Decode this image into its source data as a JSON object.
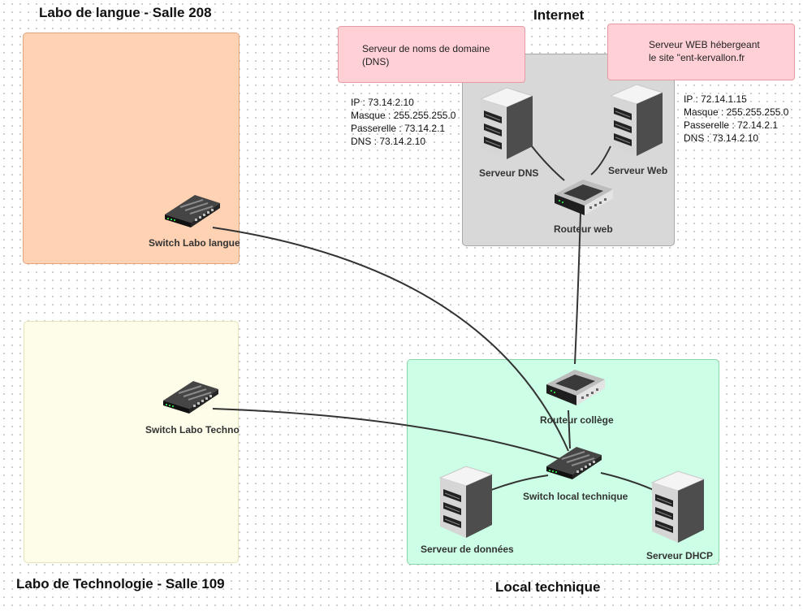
{
  "zones": {
    "lang_title": "Labo de langue - Salle 208",
    "internet_title": "Internet",
    "tech_title": "Labo de Technologie - Salle 109",
    "local_title": "Local technique"
  },
  "notes": {
    "dns": [
      "Serveur de noms de domaine",
      "(DNS)"
    ],
    "web": [
      "Serveur WEB hébergeant",
      "le site \"ent-kervallon.fr"
    ]
  },
  "ip_dns": {
    "ip": "IP : 73.14.2.10",
    "masque": "Masque : 255.255.255.0",
    "passerelle": "Passerelle : 73.14.2.1",
    "dns": "DNS : 73.14.2.10"
  },
  "ip_web": {
    "ip": "IP : 72.14.1.15",
    "masque": "Masque : 255.255.255.0",
    "passerelle": "Passerelle : 72.14.2.1",
    "dns": "DNS : 73.14.2.10"
  },
  "nodes": {
    "switch_langue": "Switch Labo langue",
    "switch_techno": "Switch Labo Techno",
    "serveur_dns": "Serveur DNS",
    "serveur_web": "Serveur Web",
    "routeur_web": "Routeur web",
    "routeur_college": "Routeur collège",
    "switch_local": "Switch local technique",
    "serveur_donnees": "Serveur de données",
    "serveur_dhcp": "Serveur DHCP"
  }
}
